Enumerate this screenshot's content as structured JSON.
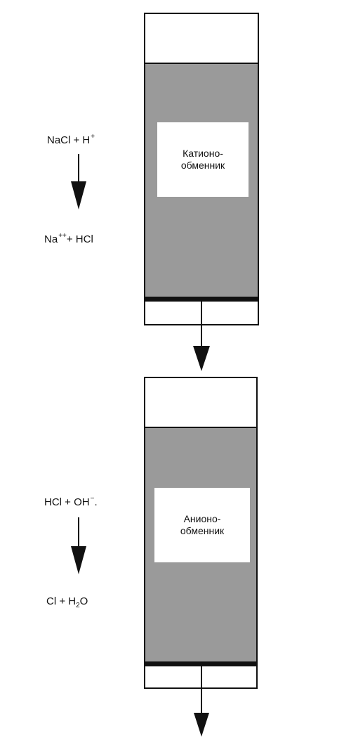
{
  "reactions": {
    "top": {
      "reactant_main": "NaCl + H",
      "reactant_charge": "+",
      "product_main": "Na",
      "product_charge": "++",
      "product_rest": "+ HCl"
    },
    "bottom": {
      "reactant_main": "HCl + OH",
      "reactant_charge": "−",
      "reactant_mark": ".",
      "product_main": "Cl + H",
      "product_sub": "2",
      "product_end": "O"
    }
  },
  "columns": {
    "cation": {
      "line1": "Катионо-",
      "line2": "обменник"
    },
    "anion": {
      "line1": "Анионо-",
      "line2": "обменник"
    }
  },
  "colors": {
    "outline": "#111111",
    "resin": "#9a9a9a",
    "background": "#ffffff"
  }
}
